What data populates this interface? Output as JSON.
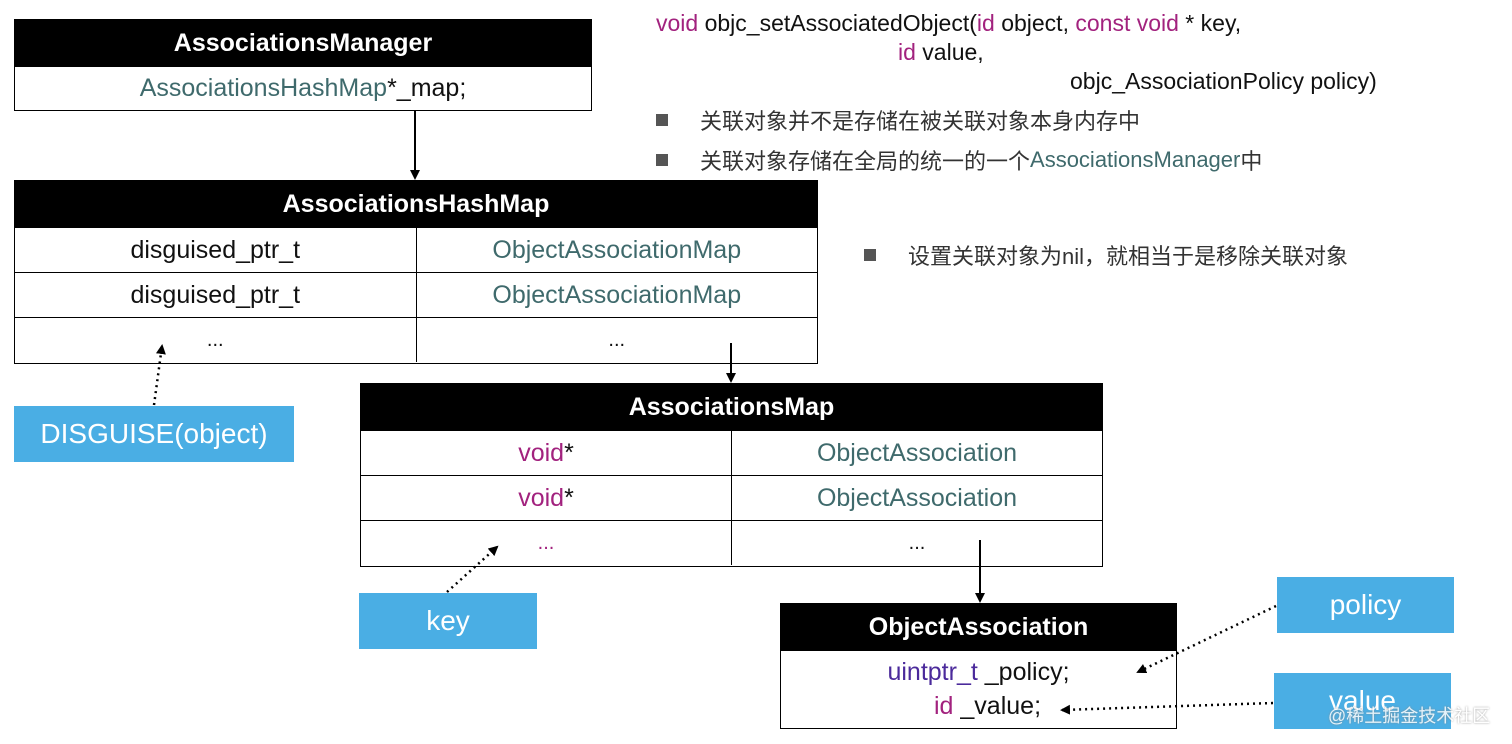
{
  "signature": {
    "kw_void": "void",
    "fn_name": " objc_setAssociatedObject(",
    "kw_id1": "id",
    "p_object": " object, ",
    "kw_const_void": "const void",
    "p_key": " * key,",
    "kw_id2": "id",
    "p_value": " value,",
    "p_policy": "objc_AssociationPolicy policy)"
  },
  "bullets": [
    {
      "text": "关联对象并不是存储在被关联对象本身内存中"
    },
    {
      "pre": "关联对象存储在全局的统一的一个",
      "hl": "AssociationsManager",
      "post": "中"
    },
    {
      "text": "设置关联对象为nil，就相当于是移除关联对象"
    }
  ],
  "manager": {
    "title": "AssociationsManager",
    "field_type": "AssociationsHashMap",
    "field_rest": " *_map;"
  },
  "hashmap": {
    "title": "AssociationsHashMap",
    "rows": [
      [
        "disguised_ptr_t",
        "ObjectAssociationMap"
      ],
      [
        "disguised_ptr_t",
        "ObjectAssociationMap"
      ],
      [
        "...",
        "..."
      ]
    ]
  },
  "assocmap": {
    "title": "AssociationsMap",
    "rows": [
      {
        "kw": "void",
        "rest": " *",
        "val": "ObjectAssociation"
      },
      {
        "kw": "void",
        "rest": " *",
        "val": "ObjectAssociation"
      },
      {
        "kw": "...",
        "rest": "",
        "val": "..."
      }
    ]
  },
  "objassoc": {
    "title": "ObjectAssociation",
    "line1_type": "uintptr_t",
    "line1_rest": " _policy;",
    "line2_type": "id",
    "line2_rest": " _value;"
  },
  "labels": {
    "disguise": "DISGUISE(object)",
    "key": "key",
    "policy": "policy",
    "value": "value"
  },
  "watermark": "@稀土掘金技术社区",
  "colors": {
    "label_bg": "#4aaee4",
    "keyword": "#a2227e",
    "type": "#3f6a6c",
    "uintptr": "#4b2a9b"
  }
}
